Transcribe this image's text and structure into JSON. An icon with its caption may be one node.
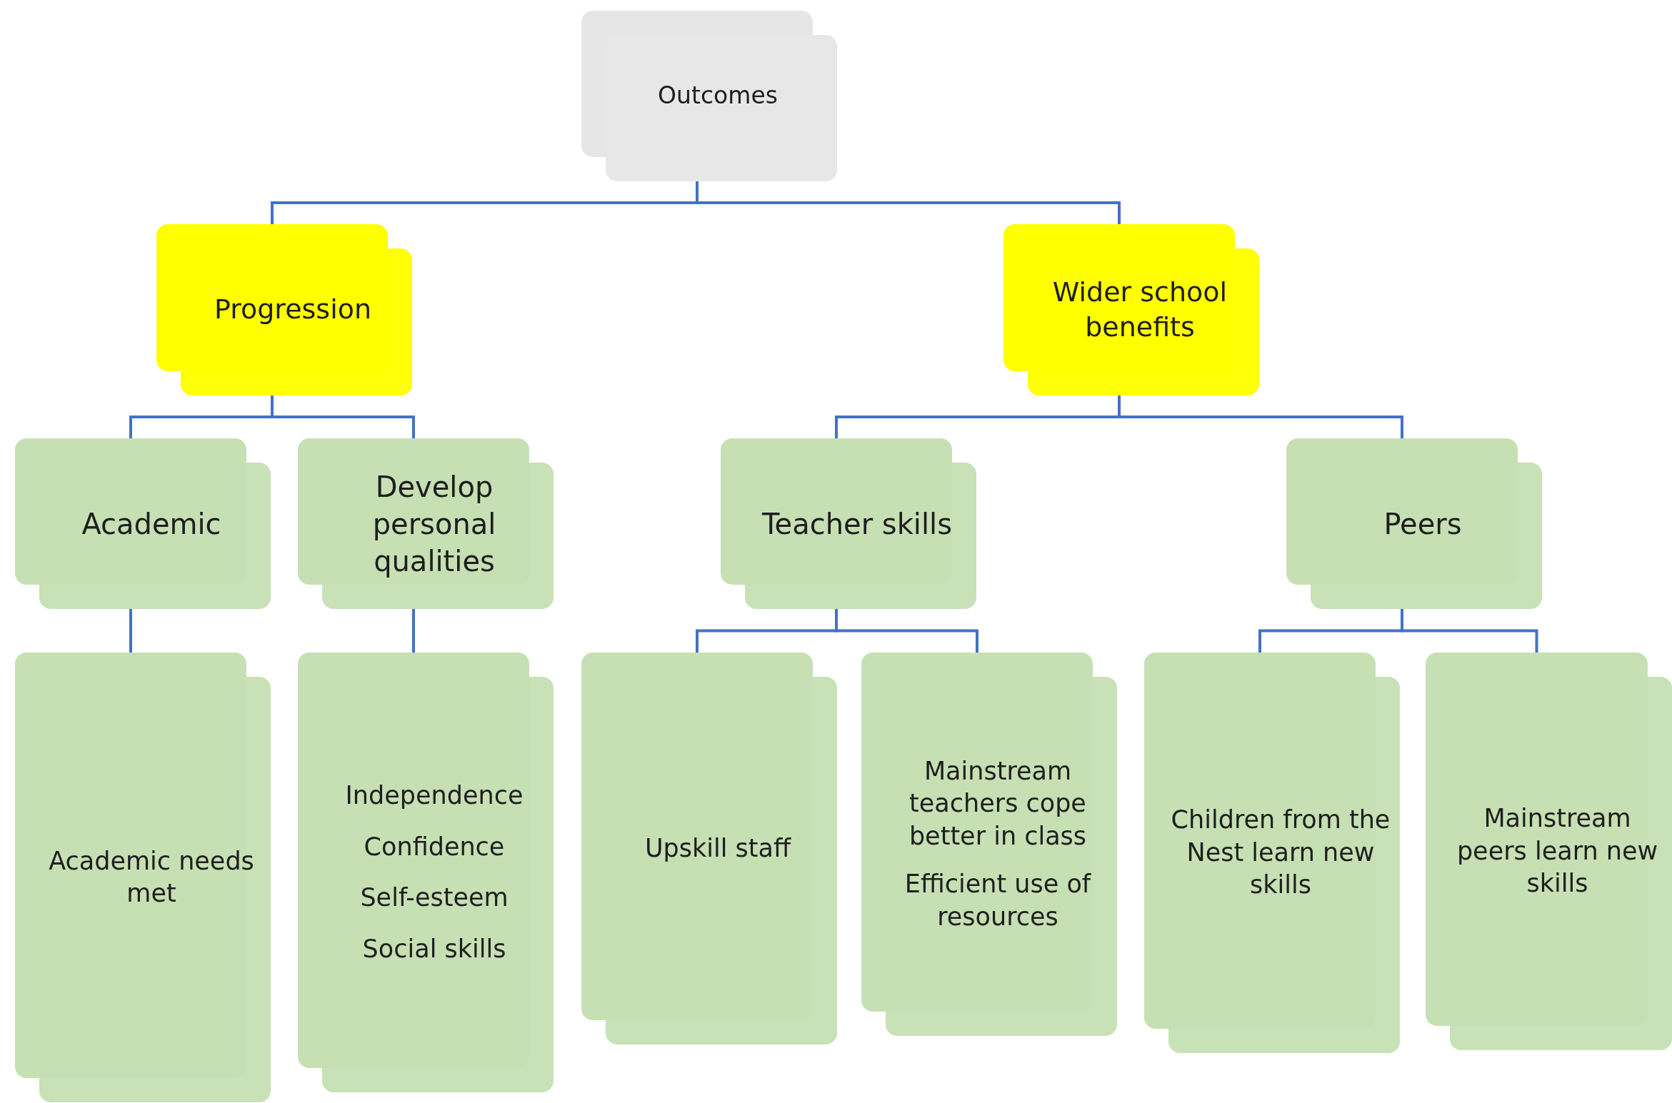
{
  "diagram": {
    "nodes": [
      {
        "text": [
          "Outcomes"
        ]
      },
      {
        "text": [
          "Progression"
        ]
      },
      {
        "text": [
          "Wider school benefits"
        ]
      },
      {
        "text": [
          "Academic"
        ]
      },
      {
        "text": [
          "Develop personal qualities"
        ]
      },
      {
        "text": [
          "Teacher skills"
        ]
      },
      {
        "text": [
          "Peers"
        ]
      },
      {
        "text": [
          "Academic needs met"
        ]
      },
      {
        "text": [
          "Independence",
          "Confidence",
          "Self-esteem",
          "Social skills"
        ]
      },
      {
        "text": [
          "Upskill staff"
        ]
      },
      {
        "text": [
          "Mainstream teachers cope better in class",
          "Efficient use of resources"
        ]
      },
      {
        "text": [
          "Children from the Nest learn new skills"
        ]
      },
      {
        "text": [
          "Mainstream peers learn new skills"
        ]
      }
    ],
    "edges": [
      {
        "from": 0,
        "to": 1,
        "arrow": "none"
      },
      {
        "from": 0,
        "to": 2,
        "arrow": "none"
      },
      {
        "from": 1,
        "to": 3,
        "arrow": "none"
      },
      {
        "from": 1,
        "to": 4,
        "arrow": "none"
      },
      {
        "from": 2,
        "to": 5,
        "arrow": "none"
      },
      {
        "from": 2,
        "to": 6,
        "arrow": "none"
      },
      {
        "from": 3,
        "to": 7,
        "arrow": "none"
      },
      {
        "from": 4,
        "to": 8,
        "arrow": "none"
      },
      {
        "from": 5,
        "to": 9,
        "arrow": "none"
      },
      {
        "from": 5,
        "to": 10,
        "arrow": "none"
      },
      {
        "from": 6,
        "to": 11,
        "arrow": "none"
      },
      {
        "from": 6,
        "to": 12,
        "arrow": "none"
      }
    ]
  }
}
